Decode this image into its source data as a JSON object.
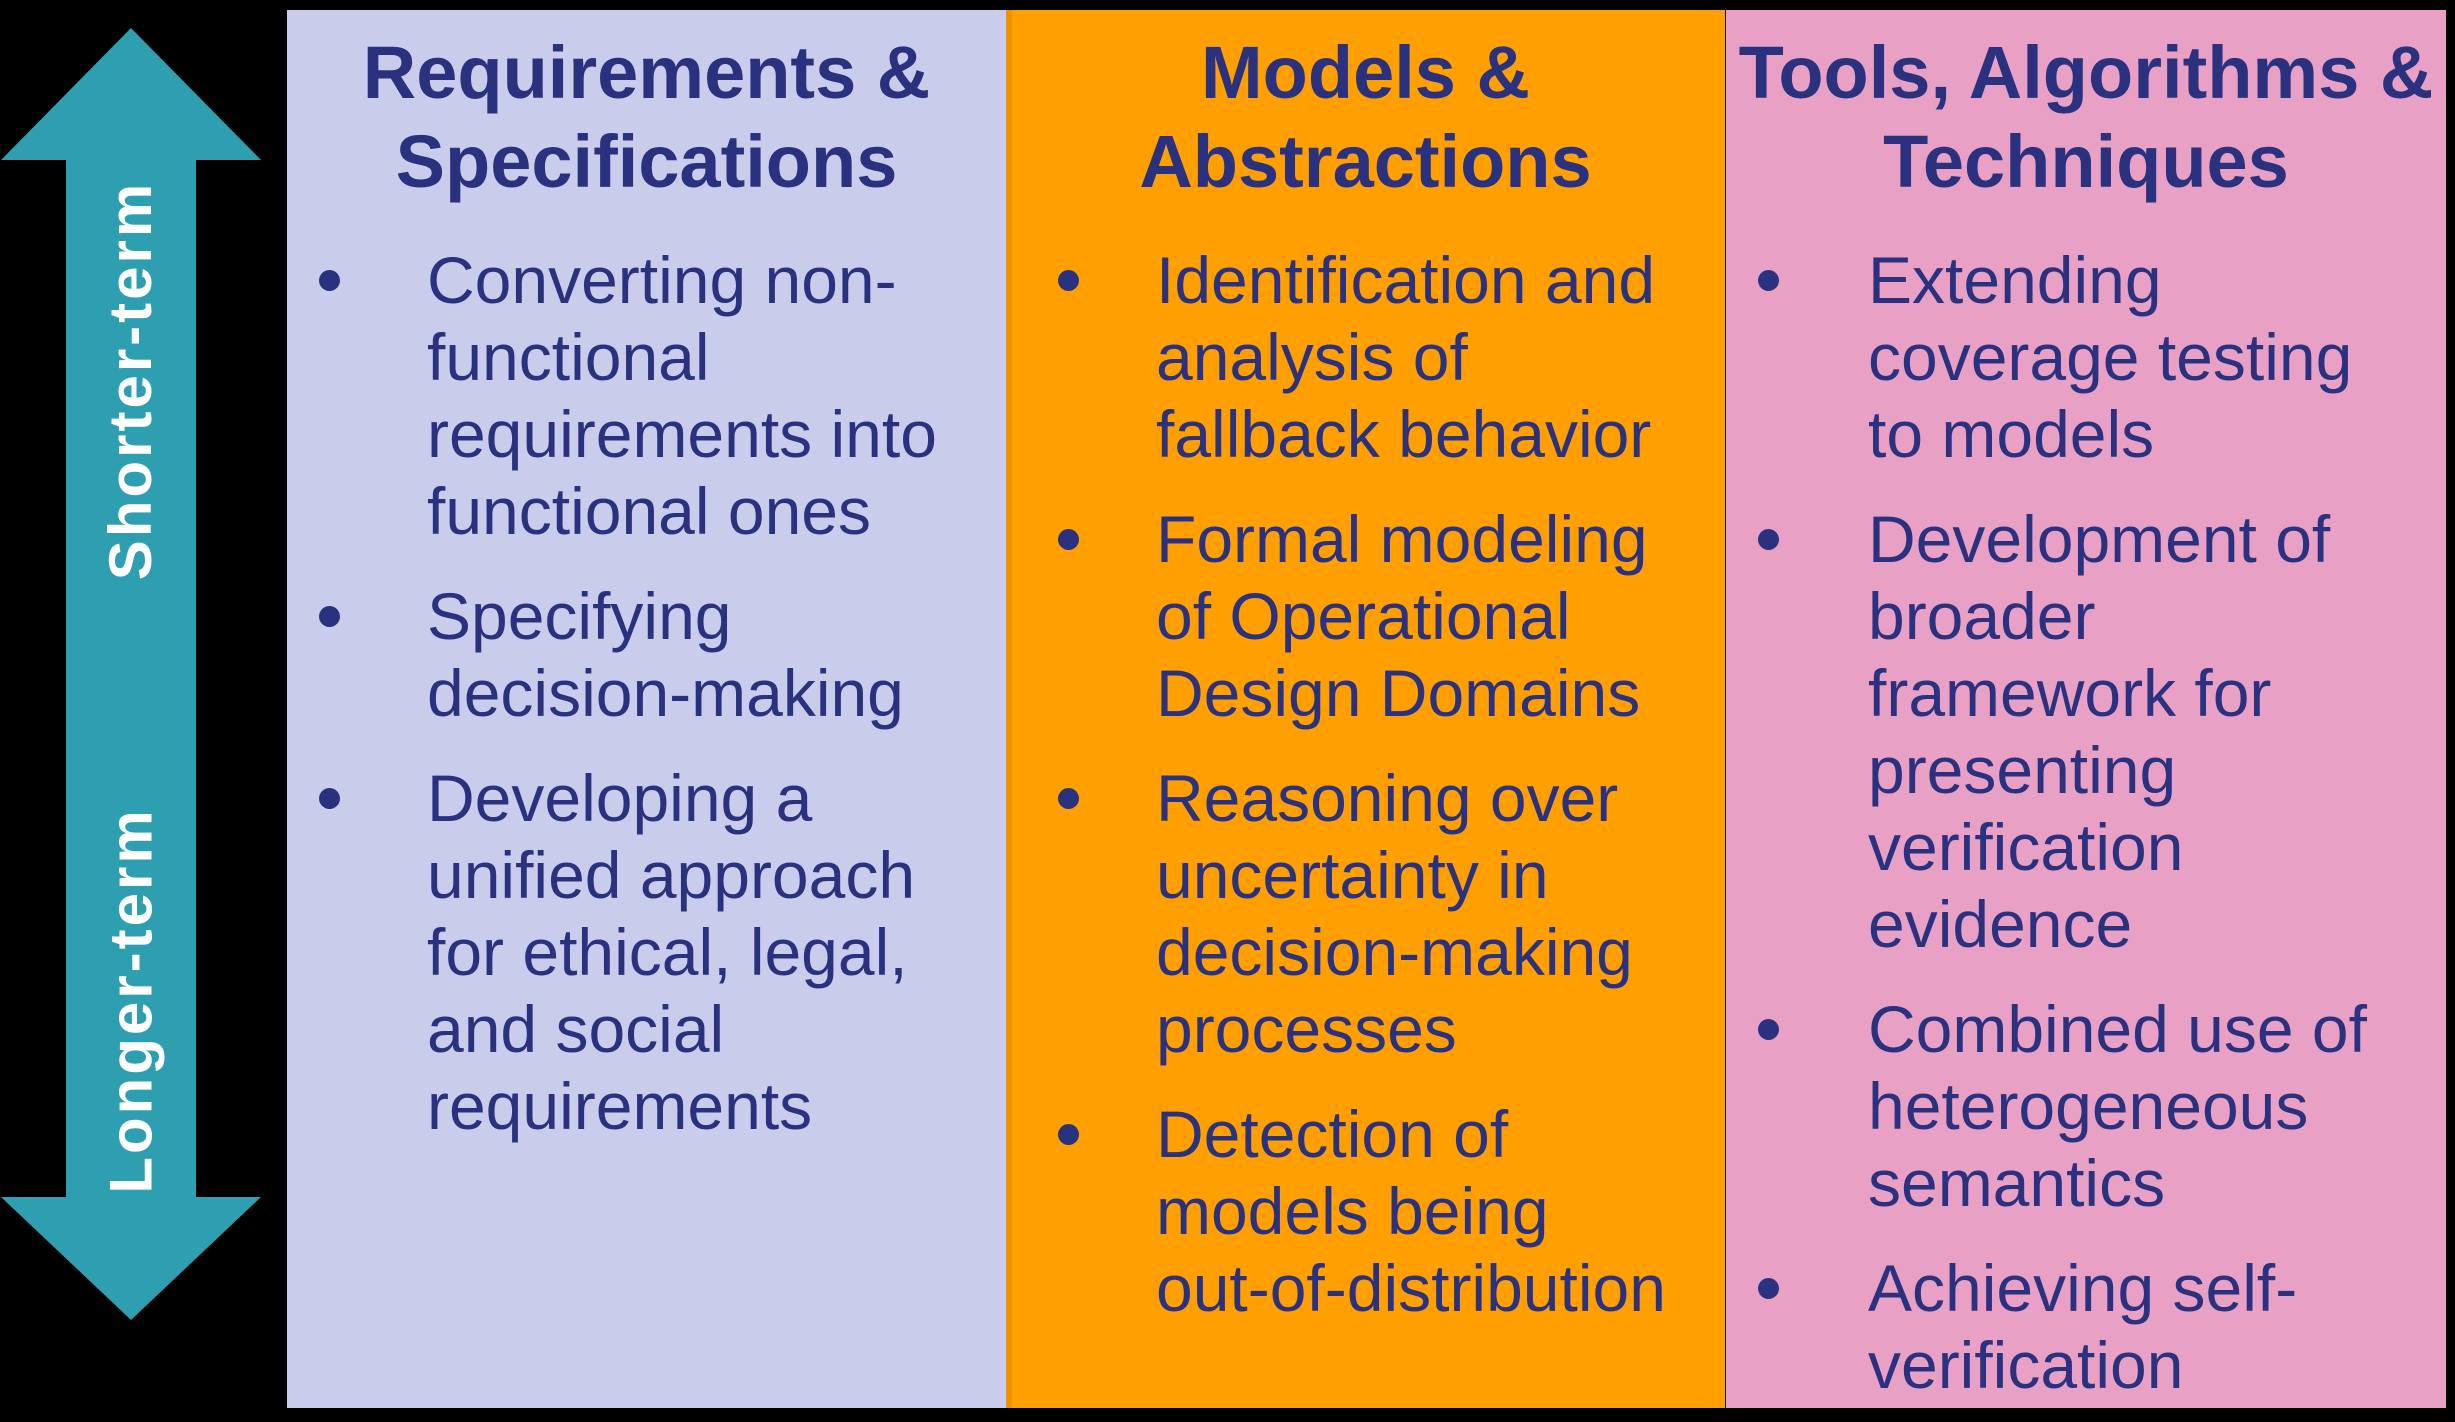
{
  "page": {
    "background": "#000000"
  },
  "timeline_arrow": {
    "color": "#2E9FB0",
    "label_color": "#FFFFFF",
    "top_label": "Shorter-term",
    "bottom_label": "Longer-term"
  },
  "text_color": "#2A3280",
  "columns": [
    {
      "title": "Requirements & Specifications",
      "bg": "#C9CCEA",
      "bullets": [
        "Converting non-functional requirements into functional ones",
        "Specifying decision-making",
        "Developing a unified approach for ethical, legal, and social requirements"
      ]
    },
    {
      "title": "Models & Abstractions",
      "bg": "#FF9F01",
      "bullets": [
        "Identification and analysis of fallback behavior",
        "Formal modeling of Operational Design Domains",
        "Reasoning over uncertainty in decision-making processes",
        "Detection of models being out-of-distribution"
      ]
    },
    {
      "title": "Tools, Algorithms & Techniques",
      "bg": "#E9A0C5",
      "bullets": [
        "Extending coverage testing to models",
        "Development of broader framework for presenting verification evidence",
        "Combined use of heterogeneous semantics",
        "Achieving self-verification"
      ]
    }
  ]
}
